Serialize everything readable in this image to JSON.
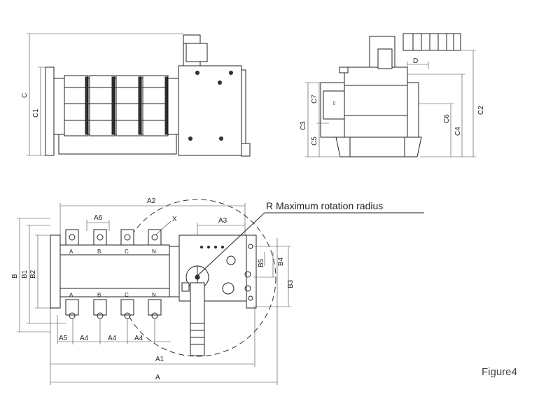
{
  "front_view": {
    "labels": {
      "c": "C",
      "c1": "C1"
    }
  },
  "side_view": {
    "labels": {
      "c2": "C2",
      "c3": "C3",
      "c4": "C4",
      "c5": "C5",
      "c6": "C6",
      "c7": "C7",
      "d": "D"
    }
  },
  "top_view": {
    "labels": {
      "a": "A",
      "a1": "A1",
      "a2": "A2",
      "a3": "A3",
      "a4": [
        "A4",
        "A4",
        "A4"
      ],
      "a5": "A5",
      "a6": "A6",
      "b": "B",
      "b1": "B1",
      "b2": "B2",
      "b3": "B3",
      "b4": "B4",
      "b5": "B5",
      "x": "X"
    },
    "phases_top": [
      "A",
      "B",
      "C",
      "N"
    ],
    "phases_bottom": [
      "A",
      "B",
      "C",
      "N"
    ],
    "rotation_callout": "R Maximum rotation radius"
  },
  "caption": "Figure4"
}
